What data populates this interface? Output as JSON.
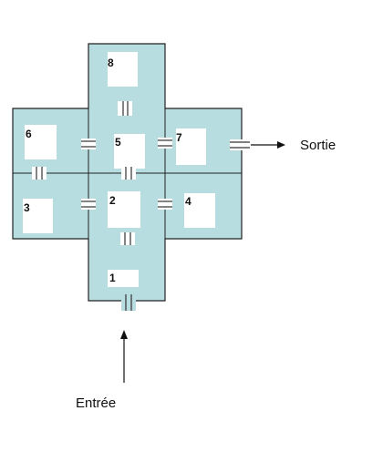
{
  "rooms": {
    "r1": {
      "label": "1"
    },
    "r2": {
      "label": "2"
    },
    "r3": {
      "label": "3"
    },
    "r4": {
      "label": "4"
    },
    "r5": {
      "label": "5"
    },
    "r6": {
      "label": "6"
    },
    "r7": {
      "label": "7"
    },
    "r8": {
      "label": "8"
    }
  },
  "exit_label": "Sortie",
  "entry_label": "Entrée",
  "colors": {
    "fill": "#b7dde0",
    "stroke": "#222222",
    "white": "#ffffff",
    "arrow": "#111111"
  }
}
